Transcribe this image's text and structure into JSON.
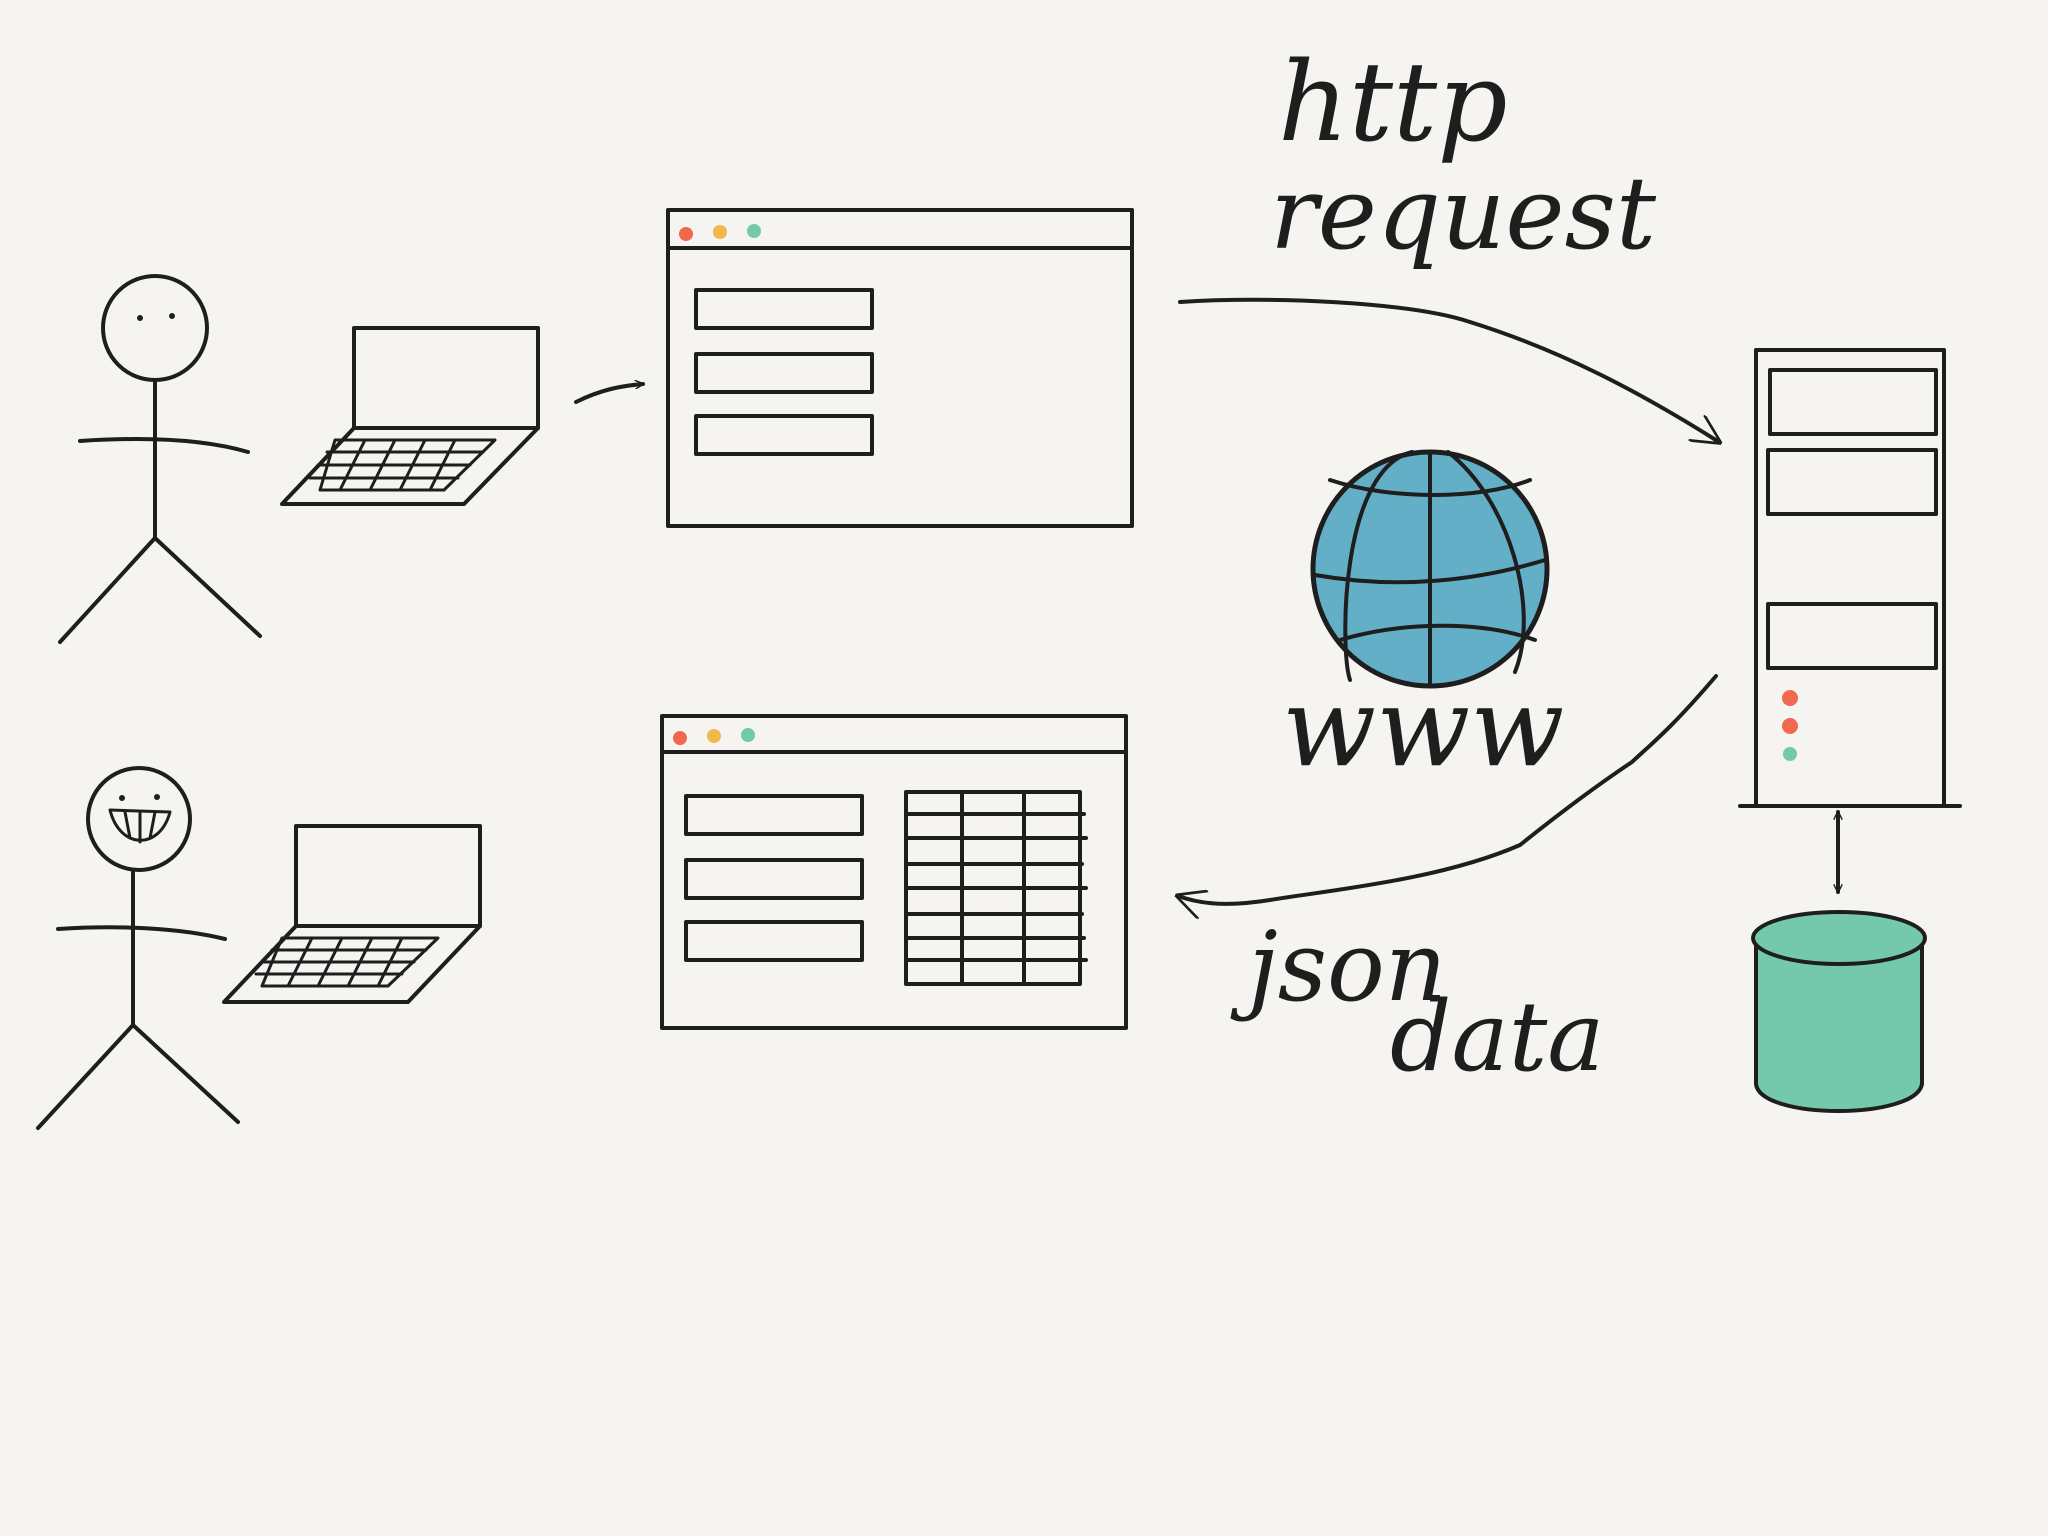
{
  "labels": {
    "request_line1": "http",
    "request_line2": "request",
    "network": "www",
    "response_line1": "json",
    "response_line2": "data"
  },
  "colors": {
    "background": "#f5f4f0",
    "ink": "#1e1e1e",
    "window_dot_red": "#f0694f",
    "window_dot_yellow": "#f0b94a",
    "window_dot_green": "#74c8ac",
    "globe": "#63afc8",
    "database": "#74c8ac"
  },
  "icons": {
    "user_1": "stick-figure-neutral",
    "user_2": "stick-figure-smiling",
    "laptop": "laptop-icon",
    "globe": "globe-icon",
    "server": "server-icon",
    "database": "database-icon"
  }
}
